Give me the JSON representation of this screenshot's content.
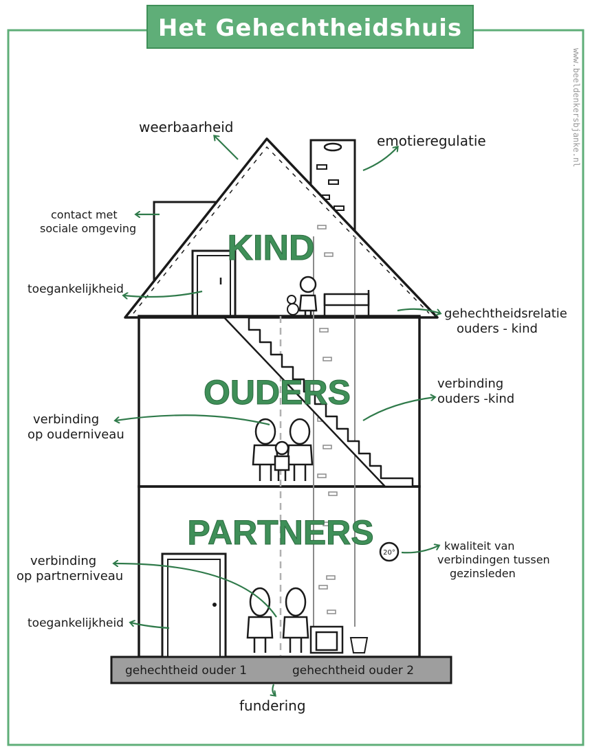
{
  "title": "Het Gehechtheidshuis",
  "credit": "www.beeldenkersbjanke.nl",
  "floors": {
    "top": "KIND",
    "middle": "OUDERS",
    "bottom": "PARTNERS"
  },
  "labels": {
    "weerbaarheid": "weerbaarheid",
    "emotieregulatie": "emotieregulatie",
    "contact_line1": "contact met",
    "contact_line2": "sociale omgeving",
    "toegankelijkheid_top": "toegankelijkheid",
    "gehechtheidsrelatie_line1": "gehechtheidsrelatie",
    "gehechtheidsrelatie_line2": "ouders - kind",
    "verbinding_ouder_line1": "verbinding",
    "verbinding_ouder_line2": "op ouderniveau",
    "verbinding_ok_line1": "verbinding",
    "verbinding_ok_line2": "ouders -kind",
    "verbinding_partner_line1": "verbinding",
    "verbinding_partner_line2": "op partnerniveau",
    "toegankelijkheid_bottom": "toegankelijkheid",
    "kwaliteit_line1": "kwaliteit van",
    "kwaliteit_line2": "verbindingen tussen",
    "kwaliteit_line3": "gezinsleden",
    "thermostat": "20°",
    "foundation_left": "gehechtheid ouder 1",
    "foundation_right": "gehechtheid ouder 2",
    "fundering": "fundering"
  },
  "colors": {
    "accent_green": "#5fae78",
    "arrow_green": "#2f7a4a",
    "line": "#1a1a1a",
    "foundation_gray": "#9e9e9e"
  }
}
